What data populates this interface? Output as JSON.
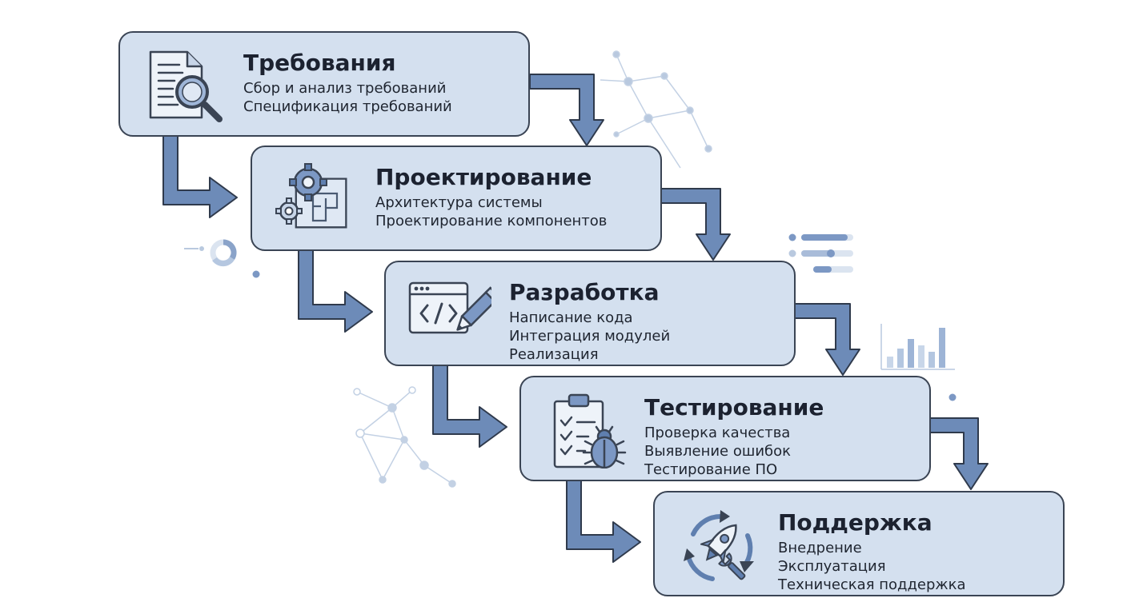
{
  "stages": [
    {
      "title": "Требования",
      "items": [
        "Сбор и анализ требований",
        "Спецификация требований"
      ],
      "icon": "document-search-icon"
    },
    {
      "title": "Проектирование",
      "items": [
        "Архитектура системы",
        "Проектирование компонентов"
      ],
      "icon": "gears-blueprint-icon"
    },
    {
      "title": "Разработка",
      "items": [
        "Написание кода",
        "Интеграция модулей",
        "Реализация"
      ],
      "icon": "code-editor-pencil-icon"
    },
    {
      "title": "Тестирование",
      "items": [
        "Проверка качества",
        "Выявление ошибок",
        "Тестирование ПО"
      ],
      "icon": "checklist-bug-icon"
    },
    {
      "title": "Поддержка",
      "items": [
        "Внедрение",
        "Эксплуатация",
        "Техническая поддержка"
      ],
      "icon": "rocket-wrench-cycle-icon"
    }
  ],
  "colors": {
    "box_fill": "#d4e0ef",
    "box_border": "#3a4454",
    "arrow_fill": "#6d8bb8",
    "arrow_border": "#2f3a4c",
    "icon_stroke": "#3a4454",
    "icon_fill": "#7c98c4",
    "decor": "#b9c9df"
  }
}
